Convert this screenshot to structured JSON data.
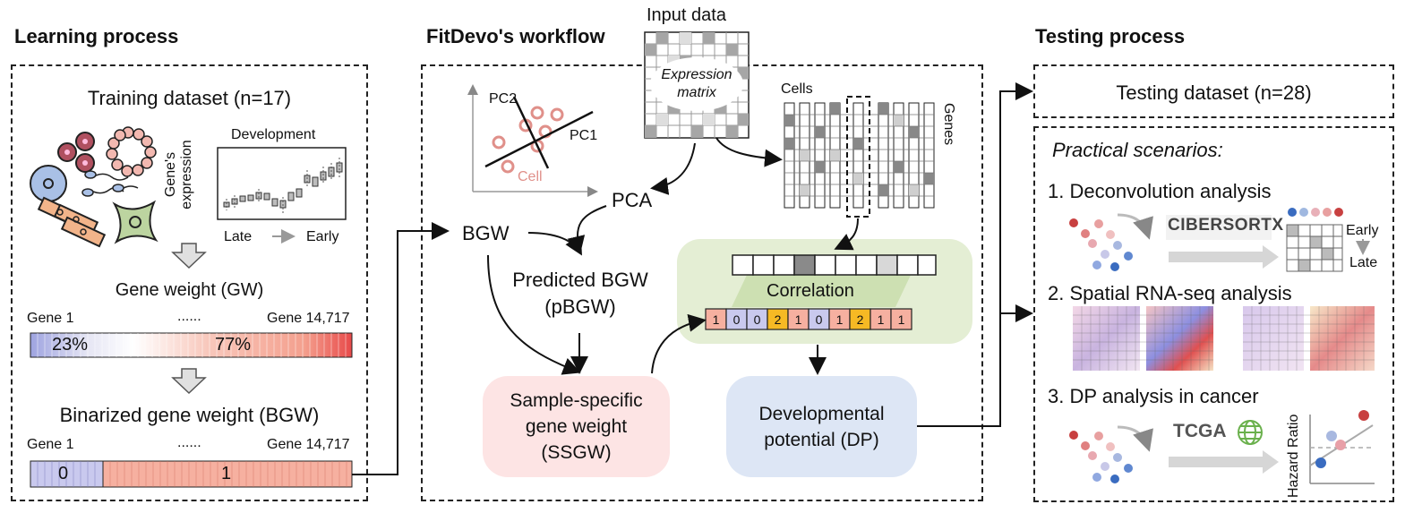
{
  "learning": {
    "title": "Learning process",
    "training_label": "Training dataset (n=17)",
    "development_label": "Development",
    "y_label_1": "Gene's",
    "y_label_2": "expression",
    "late_label": "Late",
    "early_label": "Early",
    "gw_title": "Gene weight (GW)",
    "gene_first": "Gene 1",
    "gene_dots": "......",
    "gene_last": "Gene 14,717",
    "gw_left_pct": "23%",
    "gw_right_pct": "77%",
    "bgw_title": "Binarized gene weight (BGW)",
    "bgw_gene_first": "Gene 1",
    "bgw_gene_dots": "......",
    "bgw_gene_last": "Gene 14,717",
    "bgw_zero": "0",
    "bgw_one": "1"
  },
  "workflow": {
    "title": "FitDevo's workflow",
    "input_label": "Input data",
    "matrix_label_1": "Expression",
    "matrix_label_2": "matrix",
    "pc1": "PC1",
    "pc2": "PC2",
    "cell_label": "Cell",
    "cells_label": "Cells",
    "genes_label": "Genes",
    "pca_label": "PCA",
    "bgw_label": "BGW",
    "pbgw_line1": "Predicted BGW",
    "pbgw_line2": "(pBGW)",
    "correlation_label": "Correlation",
    "binary_values": [
      "1",
      "0",
      "0",
      "2",
      "1",
      "0",
      "1",
      "2",
      "1",
      "1"
    ],
    "ssgw_line1": "Sample-specific",
    "ssgw_line2": "gene weight",
    "ssgw_line3": "(SSGW)",
    "dp_line1": "Developmental",
    "dp_line2": "potential (DP)"
  },
  "testing": {
    "title": "Testing process",
    "testing_label": "Testing dataset (n=28)",
    "scenarios_label": "Practical scenarios:",
    "scenario1": "1. Deconvolution analysis",
    "scenario2": "2. Spatial RNA-seq analysis",
    "scenario3": "3. DP analysis in cancer",
    "cibersort_label": "CIBERSORTX",
    "tcga_label": "TCGA",
    "early_label": "Early",
    "late_label": "Late",
    "hazard_label": "Hazard Ratio"
  },
  "colors": {
    "blue_pale": "#c9c9ee",
    "salmon": "#f4a896",
    "red": "#e85050",
    "pink_box": "#fde4e4",
    "blue_box": "#dde6f5",
    "green_box": "#e4eed4",
    "orange_cell": "#f6b924"
  }
}
